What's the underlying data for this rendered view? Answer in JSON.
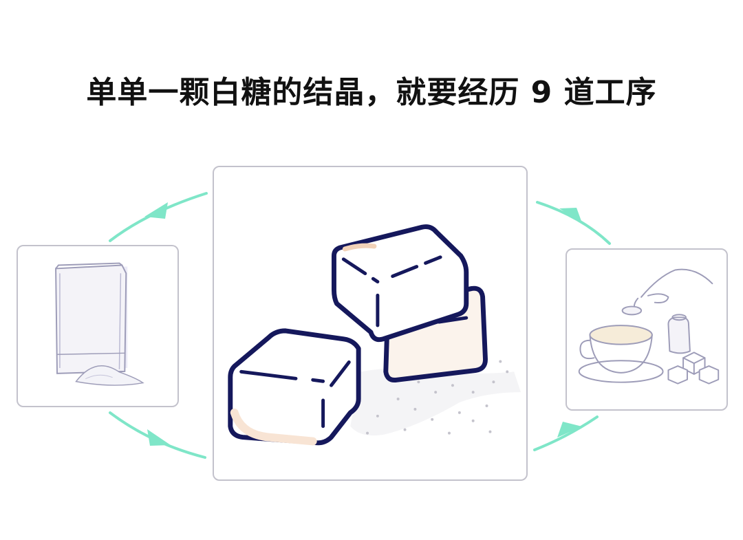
{
  "title": "单单一颗白糖的结晶，就要经历 9 道工序",
  "colors": {
    "arrow": "#7fe6c8",
    "panel_border": "#c3c2cc",
    "cube_outline": "#15185c",
    "cube_shadow": "#f8e4d4",
    "icon_line": "#9d9cb8"
  },
  "panels": [
    {
      "id": "sugar-bag",
      "icon": "sugar-bag-icon"
    },
    {
      "id": "sugar-cubes",
      "icon": "sugar-cubes-icon"
    },
    {
      "id": "coffee-cup",
      "icon": "tea-cup-with-sugar-icon"
    }
  ]
}
